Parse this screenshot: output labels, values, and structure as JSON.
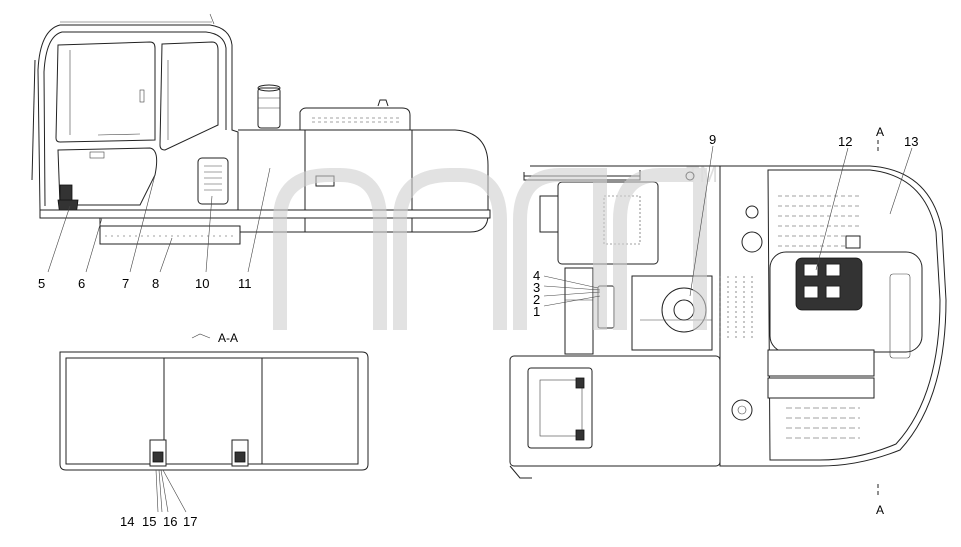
{
  "watermark": {
    "text": "TM"
  },
  "section": {
    "label_top": "A",
    "label_bottom": "A",
    "view_label": "A-A"
  },
  "callouts": [
    "1",
    "2",
    "3",
    "4",
    "5",
    "6",
    "7",
    "8",
    "9",
    "10",
    "11",
    "12",
    "13",
    "14",
    "15",
    "16",
    "17"
  ]
}
